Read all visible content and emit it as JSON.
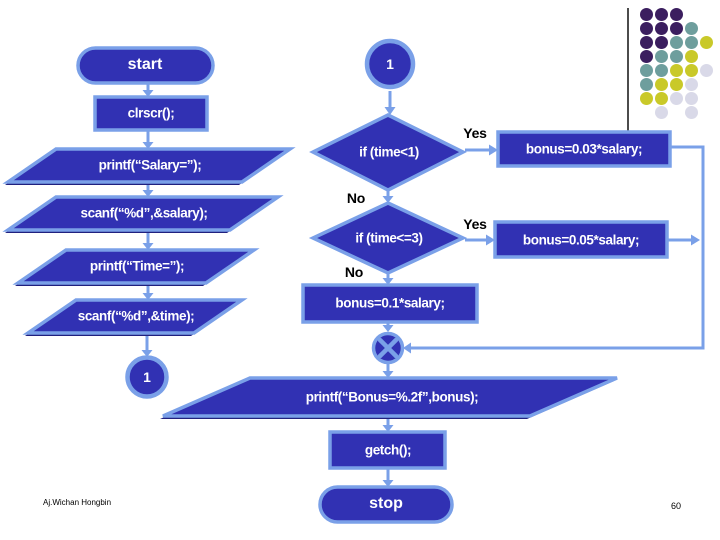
{
  "slide": {
    "footer": "Aj.Wichan Hongbin",
    "page_number": "60"
  },
  "colors": {
    "shape_fill": "#3131B3",
    "shape_border": "#7AA0E8",
    "connector": "#7AA0E8",
    "shadow": "#20207E",
    "node_text": "#FFFFFF",
    "branch_label_text": "#000000"
  },
  "flowchart": {
    "nodes": {
      "start": "start",
      "clrscr": "clrscr();",
      "printf_salary": "printf(“Salary=”);",
      "scanf_salary": "scanf(“%d”,&salary);",
      "printf_time": "printf(“Time=”);",
      "scanf_time": "scanf(“%d”,&time);",
      "connector_bottom": "1",
      "connector_top": "1",
      "decision_time_lt_1": "if (time<1)",
      "decision_time_le_3": "if (time<=3)",
      "bonus_003": "bonus=0.03*salary;",
      "bonus_005": "bonus=0.05*salary;",
      "bonus_01": "bonus=0.1*salary;",
      "printf_bonus": "printf(“Bonus=%.2f”,bonus);",
      "getch": "getch();",
      "stop": "stop"
    },
    "branch_labels": {
      "yes1": "Yes",
      "no1": "No",
      "yes2": "Yes",
      "no2": "No"
    }
  },
  "decoration": {
    "palette": {
      "p": "#3B1E5F",
      "t": "#6E9E9D",
      "y": "#C9C929",
      "l": "#D9D9E8"
    },
    "dot_rows": [
      [
        "p",
        "p",
        "p"
      ],
      [
        "p",
        "p",
        "p",
        "t"
      ],
      [
        "p",
        "p",
        "t",
        "t",
        "y"
      ],
      [
        "p",
        "t",
        "t",
        "y"
      ],
      [
        "t",
        "t",
        "y",
        "y",
        "l"
      ],
      [
        "t",
        "y",
        "y",
        "l"
      ],
      [
        "y",
        "y",
        "l",
        "l"
      ],
      [
        null,
        "l",
        null,
        "l"
      ]
    ]
  }
}
